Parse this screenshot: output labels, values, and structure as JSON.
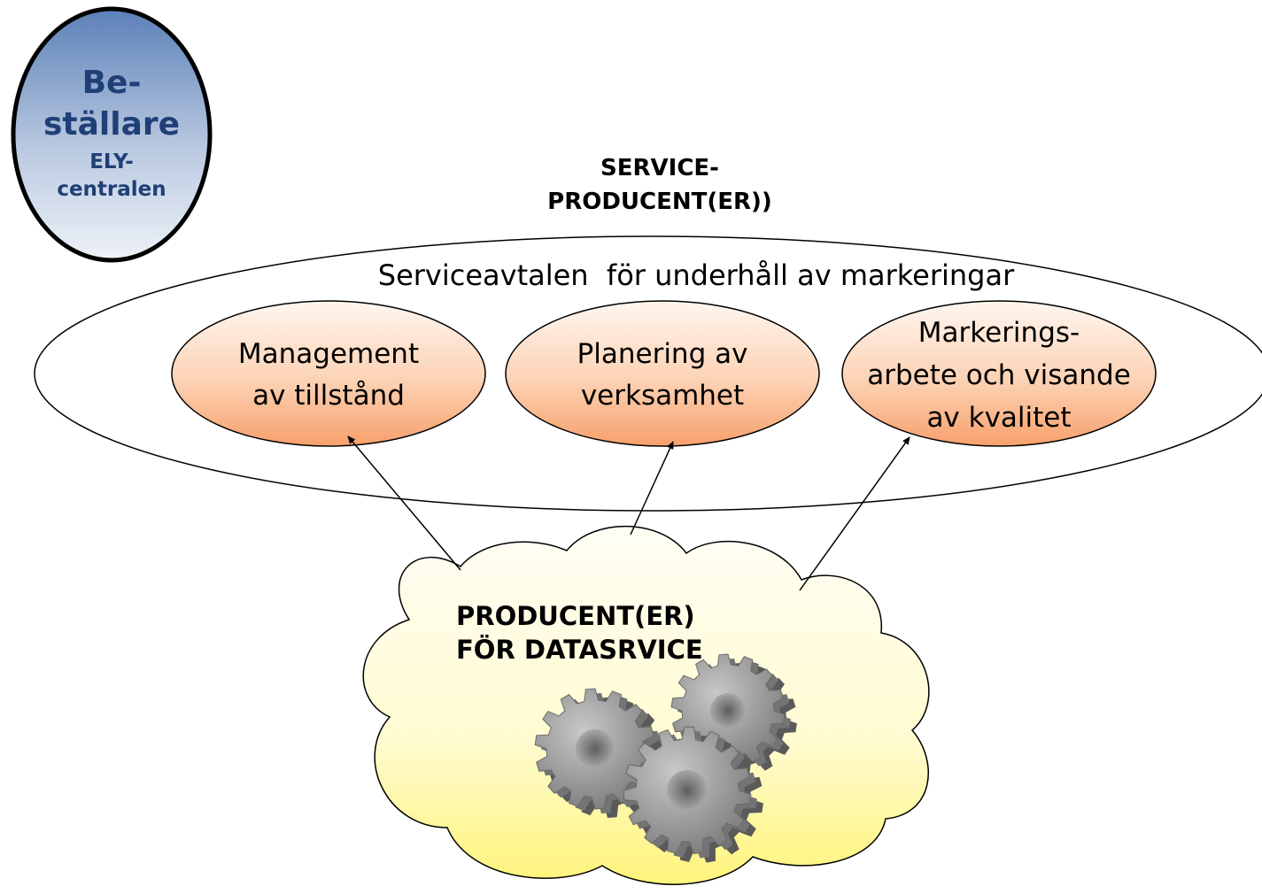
{
  "bestallare": {
    "line1": "Be-",
    "line2": "ställare",
    "line3": "ELY-",
    "line4": "centralen"
  },
  "service_producent": {
    "line1": "SERVICE-",
    "line2": "PRODUCENT(ER))"
  },
  "serviceavtal": {
    "label": "Serviceavtalen  för underhåll av markeringar"
  },
  "services": [
    {
      "lines": [
        "Management",
        "av tillstånd"
      ]
    },
    {
      "lines": [
        "Planering av",
        "verksamhet"
      ]
    },
    {
      "lines": [
        "Markerings-",
        "arbete och visande",
        "av kvalitet"
      ]
    }
  ],
  "data_producent": {
    "line1": "PRODUCENT(ER)",
    "line2": "FÖR DATASRVICE"
  },
  "icons": {
    "gears": "gears-icon"
  },
  "colors": {
    "bestallare_fill_top": "#5b80b8",
    "bestallare_fill_bottom": "#eef2f8",
    "bestallare_text": "#1f3f77",
    "service_fill_top": "#f8a878",
    "service_fill_bottom": "#fff4ec",
    "cloud_fill_top": "#fffdf0",
    "cloud_fill_bottom": "#fff47a",
    "gear": "#9a9a9a"
  }
}
